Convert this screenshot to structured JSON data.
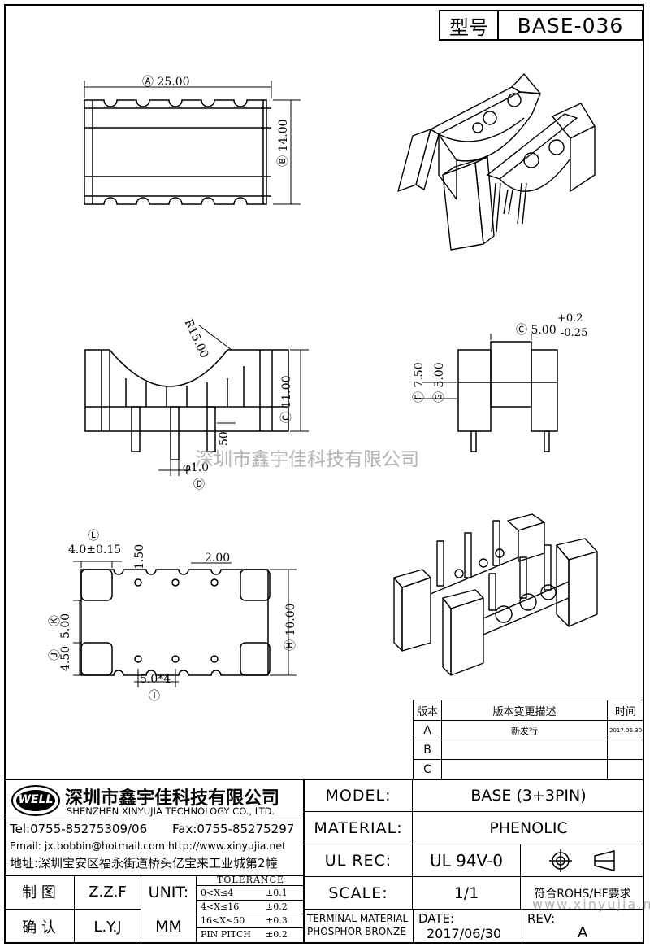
{
  "header": {
    "type_label": "型号",
    "part_no": "BASE-036"
  },
  "dims": {
    "top_width": "Ⓐ 25.00",
    "top_height": "Ⓑ 14.00",
    "side_radius": "R15.00",
    "side_height": "Ⓒ 11.00",
    "side_pitch": "50",
    "pin_dia": "φ1.0",
    "pin_dia_tag": "Ⓓ",
    "end_width_prefix": "Ⓒ 5.00",
    "end_tol_plus": "+0.2",
    "end_tol_minus": "-0.25",
    "end_h1": "Ⓕ 7.50",
    "end_h2": "Ⓖ 5.00",
    "btm_tag_l": "Ⓛ",
    "btm_flange": "4.0±0.15",
    "btm_150": "1.50",
    "btm_200": "2.00",
    "btm_500": "5.00",
    "btm_450": "4.50",
    "btm_tag_k": "Ⓚ",
    "btm_tag_j": "Ⓙ",
    "btm_1000": "Ⓗ 10.00",
    "btm_pitch": "5.0*4",
    "btm_tag_i": "Ⓘ"
  },
  "watermarks": {
    "company": "深圳市鑫宇佳科技有限公司",
    "url": "www.xinyujia.net"
  },
  "revision_table": {
    "headers": [
      "版本",
      "版本变更描述",
      "时间"
    ],
    "rows": [
      {
        "rev": "A",
        "desc": "新发行",
        "date": "2017.06.30"
      },
      {
        "rev": "B",
        "desc": "",
        "date": ""
      },
      {
        "rev": "C",
        "desc": "",
        "date": ""
      }
    ]
  },
  "company": {
    "logo_text": "WELL",
    "name_cn": "深圳市鑫宇佳科技有限公司",
    "name_en": "SHENZHEN XINYUJIA TECHNOLOGY CO., LTD.",
    "tel": "Tel:0755-85275309/06",
    "fax": "Fax:0755-85275297",
    "email": "Email: jx.bobbin@hotmail.com http://www.xinyujia.net",
    "address": "地址:深圳宝安区福永街道桥头亿宝来工业城第2幢"
  },
  "title_block": {
    "model_label": "MODEL:",
    "model_value": "BASE (3+3PIN)",
    "material_label": "MATERIAL:",
    "material_value": "PHENOLIC",
    "ulrec_label": "UL REC:",
    "ulrec_value": "UL 94V-0",
    "scale_label": "SCALE:",
    "scale_value": "1/1",
    "rohs": "符合ROHS/HF要求",
    "terminal_material": "TERMINAL MATERIAL",
    "phosphor_bronze": "PHOSPHOR BRONZE",
    "date_label": "DATE:",
    "date_value": "2017/06/30",
    "rev_label": "REV:",
    "rev_value": "A",
    "drawn_label": "制 图",
    "drawn_value": "Z.Z.F",
    "check_label": "确 认",
    "check_value": "L.Y.J",
    "unit_label": "UNIT:",
    "unit_value": "MM",
    "tolerance_title": "TOLERANCE",
    "tolerances": [
      {
        "range": "0<X≤4",
        "tol": "±0.1"
      },
      {
        "range": "4<X≤16",
        "tol": "±0.2"
      },
      {
        "range": "16<X≤50",
        "tol": "±0.3"
      },
      {
        "range": "PIN PITCH",
        "tol": "±0.2"
      }
    ]
  }
}
